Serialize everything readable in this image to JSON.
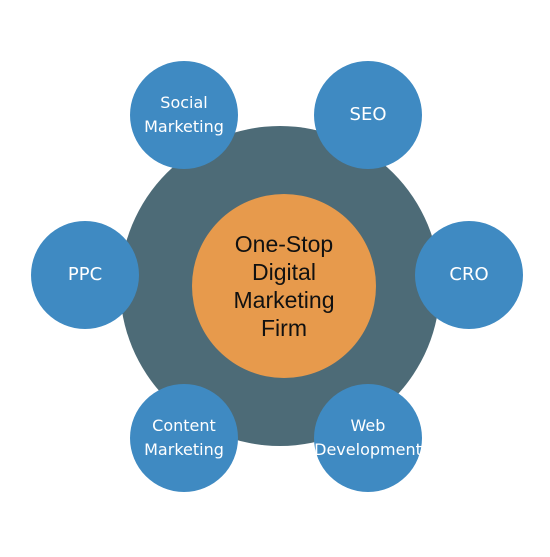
{
  "colors": {
    "ring": "#4d6b77",
    "center": "#e79a4c",
    "node": "#3f8ac2",
    "node_text": "#ffffff",
    "center_text": "#111111"
  },
  "center": {
    "lines": [
      "One-Stop",
      "Digital",
      "Marketing",
      "Firm"
    ]
  },
  "nodes": {
    "social_marketing": {
      "lines": [
        "Social",
        "Marketing"
      ]
    },
    "seo": {
      "lines": [
        "SEO"
      ]
    },
    "ppc": {
      "lines": [
        "PPC"
      ]
    },
    "cro": {
      "lines": [
        "CRO"
      ]
    },
    "content_marketing": {
      "lines": [
        "Content",
        "Marketing"
      ]
    },
    "web_development": {
      "lines": [
        "Web",
        "Development"
      ]
    }
  }
}
